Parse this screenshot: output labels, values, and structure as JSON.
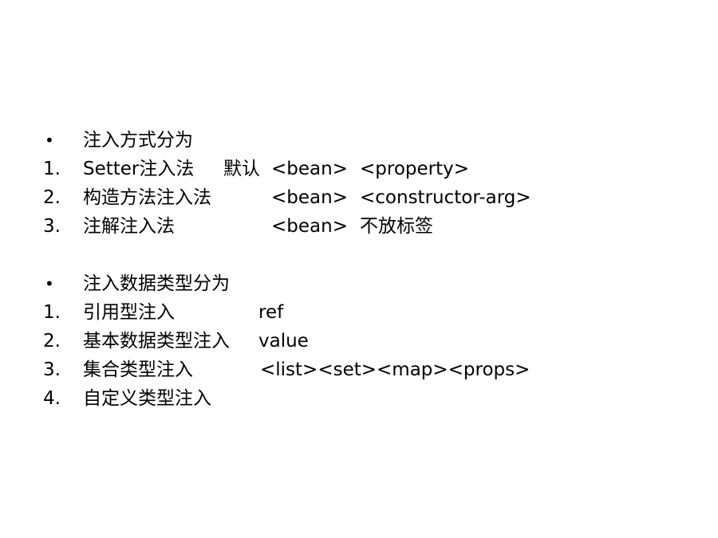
{
  "section1": {
    "heading": {
      "bullet": "•",
      "text": "注入方式分为"
    },
    "items": [
      {
        "number": "1.",
        "name": "Setter注入法",
        "note": "默认",
        "tag": "<bean>",
        "detail": "<property>"
      },
      {
        "number": "2.",
        "name": "构造方法注入法",
        "tag": "<bean>",
        "detail": "<constructor-arg>"
      },
      {
        "number": "3.",
        "name": "注解注入法",
        "tag": "<bean>",
        "detail": "不放标签"
      }
    ]
  },
  "section2": {
    "heading": {
      "bullet": "•",
      "text": "注入数据类型分为"
    },
    "items": [
      {
        "number": "1.",
        "name": "引用型注入",
        "value": "ref"
      },
      {
        "number": "2.",
        "name": "基本数据类型注入",
        "value": "value"
      },
      {
        "number": "3.",
        "name": "集合类型注入",
        "value": "<list><set><map><props>"
      },
      {
        "number": "4.",
        "name": "自定义类型注入",
        "value": ""
      }
    ]
  }
}
